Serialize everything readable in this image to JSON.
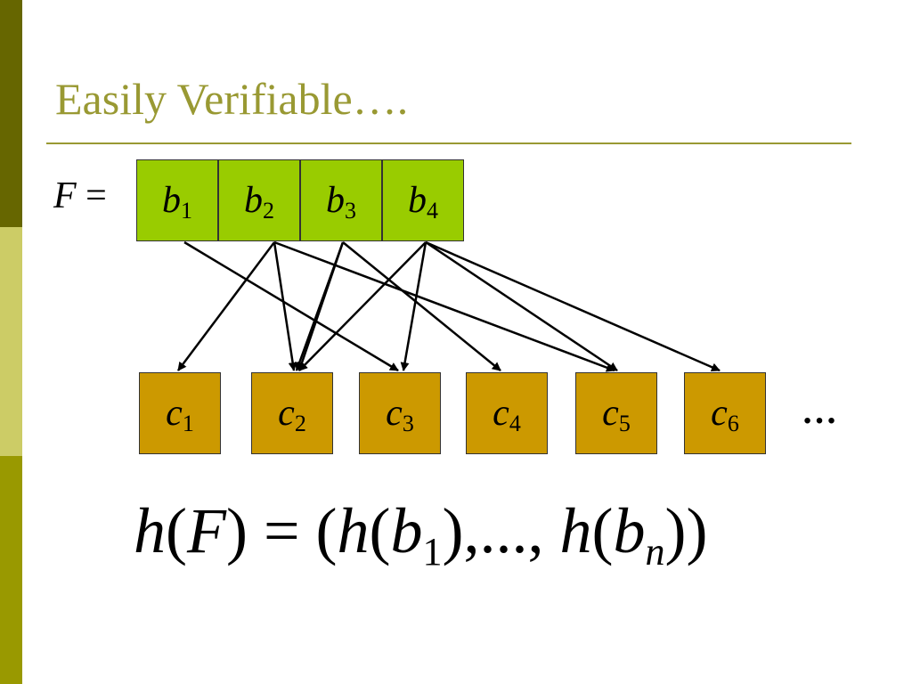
{
  "slide": {
    "title": "Easily Verifiable….",
    "f_label_var": "F",
    "f_label_eq": " =",
    "ellipsis": "…",
    "formula": "h(F) = (h(b1),..., h(bn))"
  },
  "colors": {
    "title": "#999933",
    "block_fill": "#99cc00",
    "check_fill": "#cc9900",
    "sidebar": [
      "#666600",
      "#cccc66",
      "#999900"
    ]
  },
  "blocks": [
    {
      "var": "b",
      "sub": "1"
    },
    {
      "var": "b",
      "sub": "2"
    },
    {
      "var": "b",
      "sub": "3"
    },
    {
      "var": "b",
      "sub": "4"
    }
  ],
  "checks": [
    {
      "var": "c",
      "sub": "1"
    },
    {
      "var": "c",
      "sub": "2"
    },
    {
      "var": "c",
      "sub": "3"
    },
    {
      "var": "c",
      "sub": "4"
    },
    {
      "var": "c",
      "sub": "5"
    },
    {
      "var": "c",
      "sub": "6"
    }
  ],
  "edges": [
    {
      "from": "b1",
      "to": "c3"
    },
    {
      "from": "b2",
      "to": "c1"
    },
    {
      "from": "b2",
      "to": "c2"
    },
    {
      "from": "b2",
      "to": "c5"
    },
    {
      "from": "b3",
      "to": "c2"
    },
    {
      "from": "b3",
      "to": "c2"
    },
    {
      "from": "b3",
      "to": "c4"
    },
    {
      "from": "b4",
      "to": "c2"
    },
    {
      "from": "b4",
      "to": "c3"
    },
    {
      "from": "b4",
      "to": "c5"
    },
    {
      "from": "b4",
      "to": "c6"
    }
  ]
}
